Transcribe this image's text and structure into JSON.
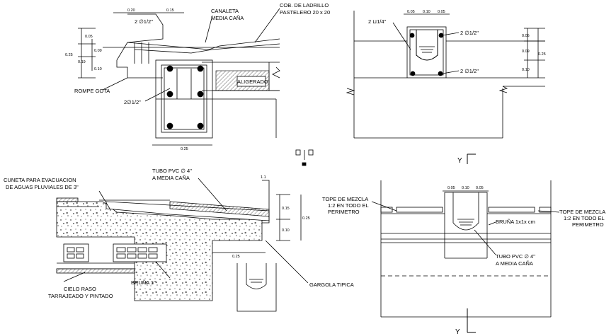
{
  "detail_top_left": {
    "labels": {
      "canaleta_line1": "CANALETA",
      "canaleta_line2": "MEDIA CAÑA",
      "cob_line1": "COB. DE LADRILLO",
      "cob_line2": "PASTELERO 20 x 20",
      "aligerado": "ALIGERADO",
      "rompe_gota": "ROMPE GOTA",
      "rebar_top": "2 ∅1/2\"",
      "rebar_bottom": "2∅1/2\""
    },
    "dims": {
      "top_a": "0.20",
      "top_b": "0.15",
      "left_a": "0.05",
      "left_b": "0.09",
      "left_c": "0.10",
      "left_total": "0.25",
      "left_inner": "0.19",
      "bottom": "0.25"
    }
  },
  "detail_top_right": {
    "labels": {
      "stirrup": "2 ⊔1/4\"",
      "rebar_top": "2 ∅1/2\"",
      "rebar_bottom": "2 ∅1/2\""
    },
    "dims": {
      "top_a": "0.05",
      "top_b": "0.10",
      "top_c": "0.05",
      "right_a": "0.05",
      "right_b": "0.09",
      "right_c": "0.10",
      "right_total": "0.25"
    }
  },
  "section_mark": "Y",
  "detail_bottom_left": {
    "labels": {
      "cuneta_line1": "CUNETA PARA EVACUACION",
      "cuneta_line2": "DE AGUAS PLUVIALES DE 3\"",
      "tubo_line1": "TUBO PVC  ∅ 4\"",
      "tubo_line2": "A MEDIA CAÑA",
      "cielo_line1": "CIELO RASO",
      "cielo_line2": "TARRAJEADO Y PINTADO",
      "bruna": "BRUÑA 1\"",
      "gargola": "GARGOLA TIPICA"
    },
    "dims": {
      "right_a": "0.15",
      "right_b": "0.10",
      "right_total": "0.25",
      "bottom": "0.25",
      "top_small": "1.1"
    }
  },
  "detail_bottom_right": {
    "labels": {
      "tope_left_line1": "TOPE DE MEZCLA",
      "tope_left_line2": "1:2 EN TODO EL",
      "tope_left_line3": "PERIMETRO",
      "tope_right_line1": "TOPE DE MEZCLA",
      "tope_right_line2": "1:2 EN TODO EL",
      "tope_right_line3": "PERIMETRO",
      "bruna": "BRUÑA 1x1x cm",
      "tubo_line1": "TUBO PVC  ∅ 4\"",
      "tubo_line2": "A MEDIA CAÑA"
    },
    "dims": {
      "top_a": "0.05",
      "top_b": "0.10",
      "top_c": "0.05"
    }
  }
}
